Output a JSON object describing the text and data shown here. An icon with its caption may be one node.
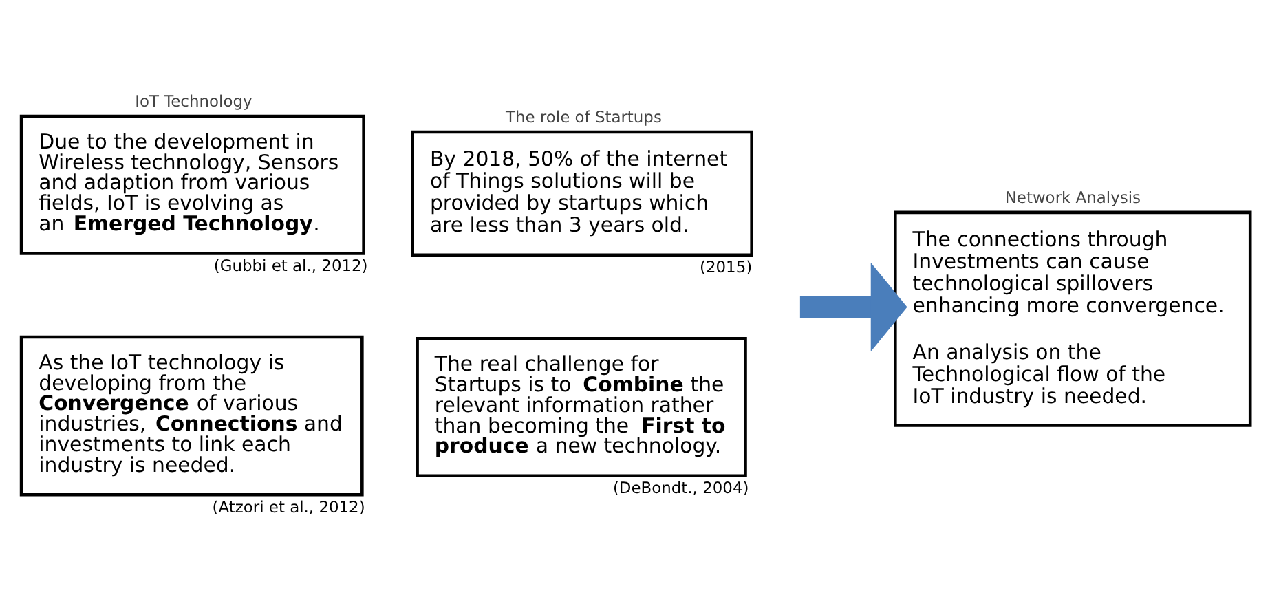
{
  "diagram": {
    "nodes": [
      {
        "text": [
          "IoT Technology",
          "Due to the development in Wireless technology, Sensors and adaption from various fields, IoT is evolving as an **Emerged Technology**."
        ],
        "beside": [
          "(Gubbi et al., 2012)"
        ]
      },
      {
        "text": [
          "The role of Startups",
          "By 2018, 50% of the internet of Things solutions will be provided by startups which are less than 3 years old."
        ],
        "beside": [
          "(2015)"
        ]
      },
      {
        "text": [
          "As the IoT technology is developing from the **Convergence** of various industries, **Connections** and investments to link each industry is needed."
        ],
        "beside": [
          "(Atzori et al., 2012)"
        ]
      },
      {
        "text": [
          "The real challenge for Startups is to **Combine** the relevant information rather than becoming the **First to produce** a new technology."
        ],
        "beside": [
          "(DeBondt., 2004)"
        ]
      },
      {
        "text": [
          "Network Analysis",
          "The connections through Investments can cause technological spillovers enhancing more convergence.",
          "An analysis on the Technological flow of the IoT industry is needed."
        ]
      }
    ],
    "edges": [
      {
        "from": null,
        "to": 4,
        "arrow": "to",
        "color": "#4a7ebb"
      }
    ]
  }
}
